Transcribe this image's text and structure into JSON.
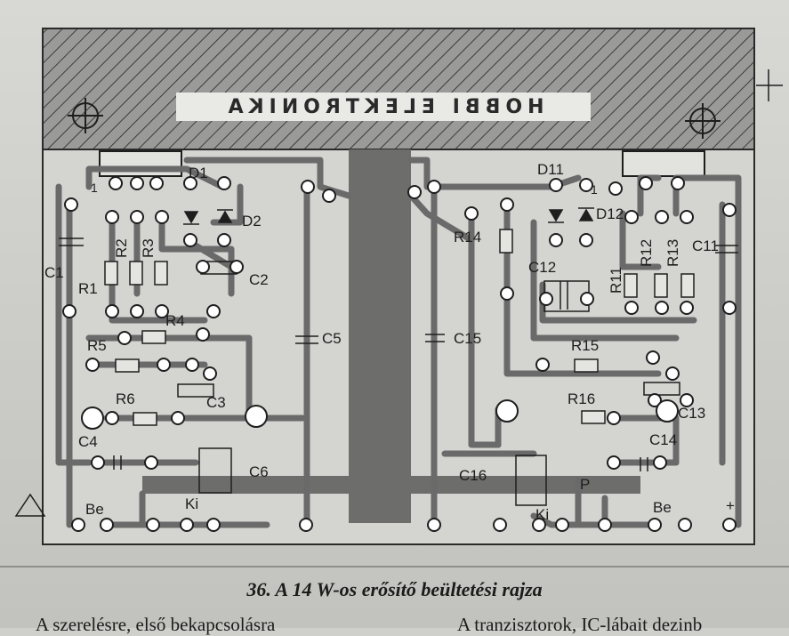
{
  "banner": {
    "text": "HOBBI ELEKTRONIKA"
  },
  "caption": "36. A 14 W-os erősítő beültetési rajza",
  "body_text": {
    "left": "A szerelésre, első bekapcsolásra",
    "right": "A tranzisztorok, IC-lábait dezinb"
  },
  "labels": {
    "d1": "D1",
    "d2": "D2",
    "d11": "D11",
    "d12": "D12",
    "c1": "C1",
    "c2": "C2",
    "c3": "C3",
    "c4": "C4",
    "c5": "C5",
    "c6": "C6",
    "c11": "C11",
    "c12": "C12",
    "c13": "C13",
    "c14": "C14",
    "c15": "C15",
    "c16": "C16",
    "r1": "R1",
    "r2": "R2",
    "r3": "R3",
    "r4": "R4",
    "r5": "R5",
    "r6": "R6",
    "r11": "R11",
    "r12": "R12",
    "r13": "R13",
    "r14": "R14",
    "r15": "R15",
    "r16": "R16",
    "be_left": "Be",
    "be_right": "Be",
    "ki_left": "Ki",
    "ki_right": "Ki",
    "one_left": "1",
    "one_right": "1",
    "plus_sign": "+",
    "p_label": "P"
  },
  "colors": {
    "ink": "#1e1e1e",
    "trace": "#6a6a6a",
    "hatch": "#5a5a5a",
    "paper": "#d2d2cf",
    "banner_bg": "#e9e9e6"
  }
}
